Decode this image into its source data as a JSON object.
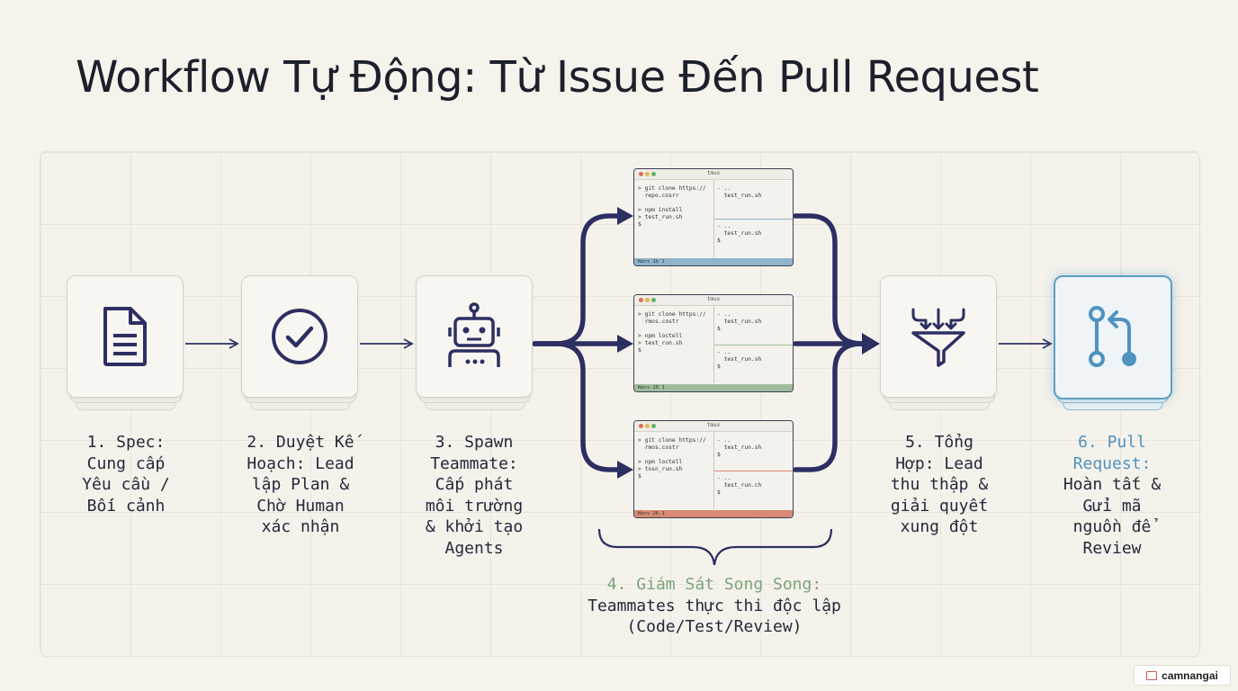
{
  "title": "Workflow Tự Động: Từ Issue Đến Pull Request",
  "steps": [
    {
      "icon": "document-icon",
      "lines": [
        "1. Spec:",
        "Cung cấp",
        "Yêu cầu /",
        "Bối cảnh"
      ]
    },
    {
      "icon": "check-circle-icon",
      "lines": [
        "2. Duyệt Kế",
        "Hoạch: Lead",
        "lập Plan &",
        "Chờ Human",
        "xác nhận"
      ]
    },
    {
      "icon": "robot-icon",
      "lines": [
        "3. Spawn",
        "Teammate:",
        "Cấp phát",
        "môi trường",
        "& khởi tạo",
        "Agents"
      ]
    },
    {
      "icon": "funnel-merge-icon",
      "lines": [
        "5. Tổng",
        "Hợp: Lead",
        "thu thập &",
        "giải quyết",
        "xung đột"
      ]
    },
    {
      "icon": "pull-request-icon",
      "lines_highlight": [
        "6. Pull",
        "Request:"
      ],
      "lines": [
        "Hoàn tất &",
        "Gửi mã",
        "nguồn để",
        "Review"
      ]
    }
  ],
  "terminals": [
    {
      "title": "tmux",
      "left": "> git clone https://\n  repo.cosrr\n\n> npm install\n> test_run.sh\n$",
      "right_top": "- ..\n  test_run.sh\n\n",
      "right_bottom": "- ..\n  test_run.sh\n$",
      "status": "Kmrs  1b 1",
      "accent": "#8fb4cc"
    },
    {
      "title": "tmux",
      "left": "> git clone https://\n  rmos.costr\n\n> npm loctell\n> test_run.sh\n$",
      "right_top": "- ..\n  test_run.sh\n$",
      "right_bottom": "- ..\n  test_run.sh\n$",
      "status": "Kmrs  26 1",
      "accent": "#9fbd9c"
    },
    {
      "title": "tmux",
      "left": "> git clone https://\n  rmos.costr\n\n> npm loctell\n> tosn_run.sh\n$",
      "right_top": "- ..\n  test_run.sh\n$",
      "right_bottom": "- ..\n  test_run.ch\n$",
      "status": "Kmrs  26 1",
      "accent": "#d98a74"
    }
  ],
  "parallel": {
    "heading": "4. Giám Sát Song Song:",
    "line1": "Teammates thực thi độc lập",
    "line2": "(Code/Test/Review)"
  },
  "watermark": "camnangai",
  "colors": {
    "flow": "#2d2f63",
    "highlight_blue": "#4f93bf",
    "highlight_green": "#7aa57c"
  }
}
